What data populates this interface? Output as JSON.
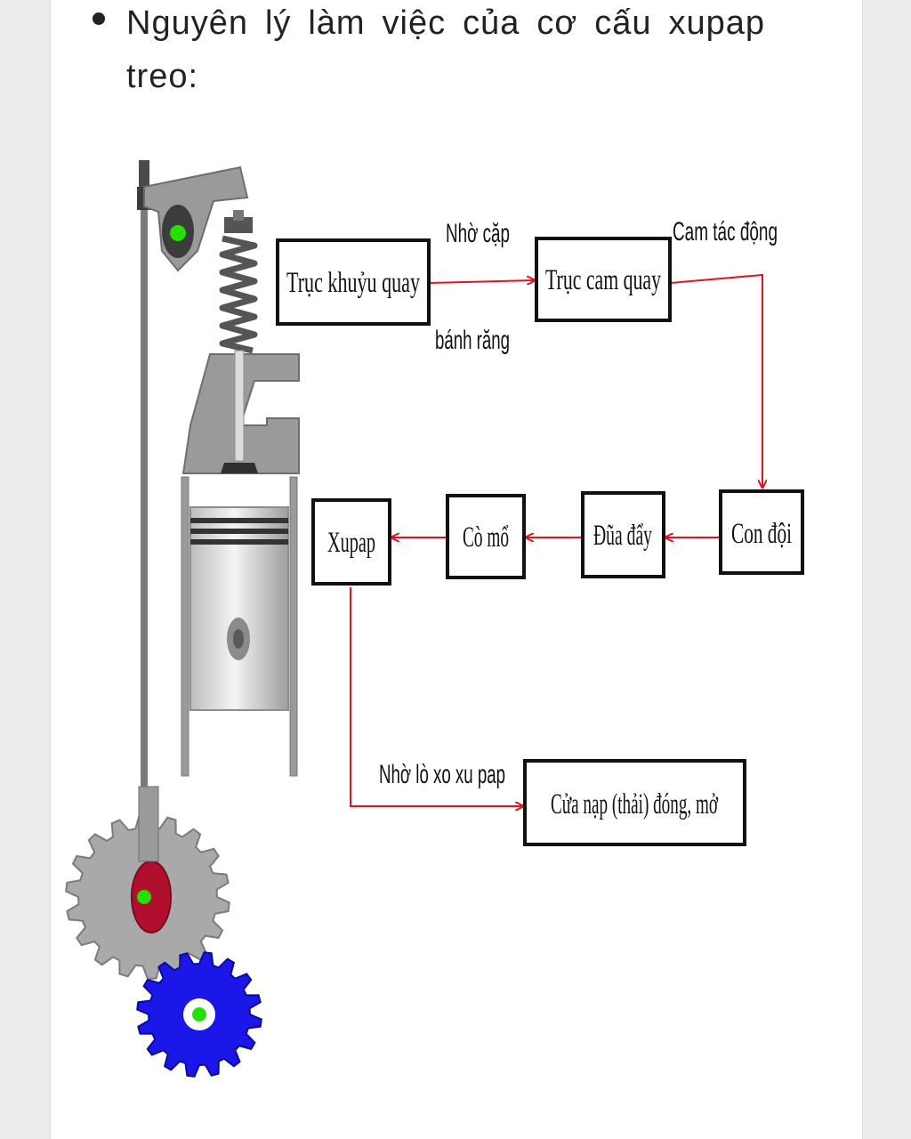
{
  "bullet": {
    "text": "Nguyên lý làm việc của cơ cấu xupap treo:"
  },
  "boxes": {
    "truc_khuyu": "Trục khuỷu quay",
    "truc_cam": "Trục cam quay",
    "con_doi": "Con đội",
    "dua_day": "Đũa đẩy",
    "co_mo": "Cò mổ",
    "xupap": "Xupap",
    "cua_nap": "Cửa nạp (thải) đóng, mở"
  },
  "notes": {
    "nho_cap": "Nhờ cặp",
    "banh_rang": "bánh răng",
    "cam_tac_dong": "Cam tác động",
    "nho_lo_xo": "Nhờ lò xo xu pap"
  },
  "colors": {
    "arrow": "#e0141e",
    "gear_blue": "#1a17e8",
    "gear_gray": "#a9a9a9",
    "cam_red": "#b0102e",
    "pivot_green": "#22e000",
    "engine_gray": "#9a9a9a"
  }
}
